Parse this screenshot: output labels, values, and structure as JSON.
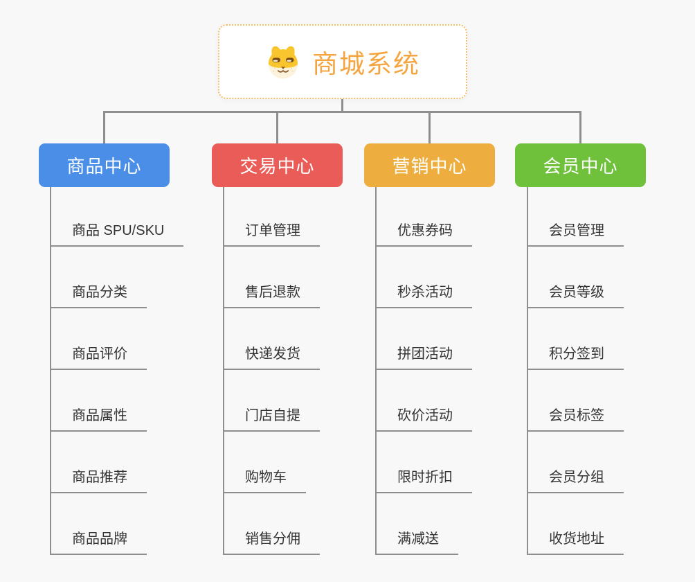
{
  "root": {
    "title": "商城系统",
    "icon": "dog-face-icon",
    "title_color": "#f5a53f",
    "border_color": "#f2bd65",
    "background": "#ffffff"
  },
  "canvas": {
    "background_color": "#f8f8f8",
    "connector_color": "#8e8e8e",
    "item_text_color": "#333333"
  },
  "branches": [
    {
      "title": "商品中心",
      "color": "#4a8ee8",
      "items": [
        "商品 SPU/SKU",
        "商品分类",
        "商品评价",
        "商品属性",
        "商品推荐",
        "商品品牌"
      ]
    },
    {
      "title": "交易中心",
      "color": "#e95c57",
      "items": [
        "订单管理",
        "售后退款",
        "快递发货",
        "门店自提",
        "购物车",
        "销售分佣"
      ]
    },
    {
      "title": "营销中心",
      "color": "#eeae3f",
      "items": [
        "优惠券码",
        "秒杀活动",
        "拼团活动",
        "砍价活动",
        "限时折扣",
        "满减送"
      ]
    },
    {
      "title": "会员中心",
      "color": "#6fc13c",
      "items": [
        "会员管理",
        "会员等级",
        "积分签到",
        "会员标签",
        "会员分组",
        "收货地址"
      ]
    }
  ]
}
